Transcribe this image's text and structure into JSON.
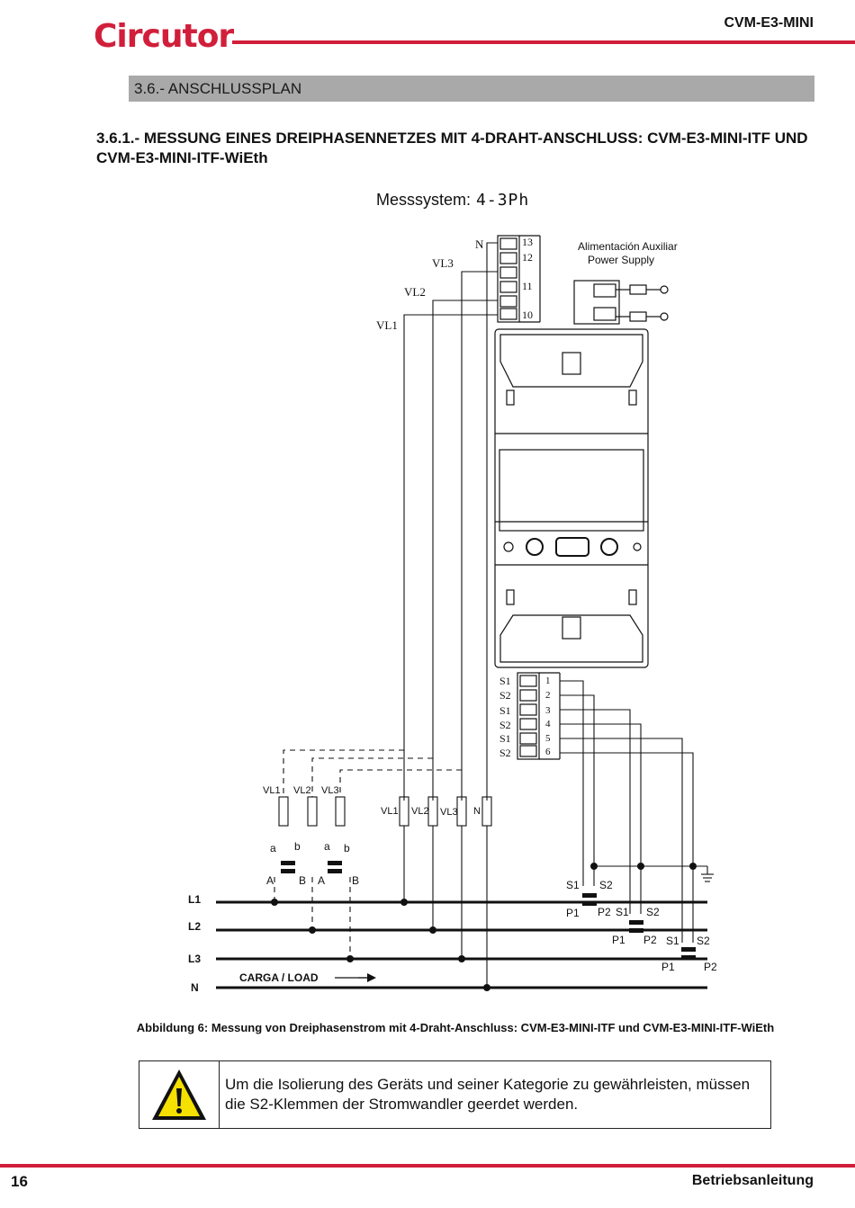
{
  "header": {
    "logo_text": "Circutor",
    "title": "CVM-E3-MINI"
  },
  "section": {
    "title": "3.6.- ANSCHLUSSPLAN"
  },
  "subsection": {
    "title": "3.6.1.- MESSUNG EINES DREIPHASENNETZES MIT 4-DRAHT-ANSCHLUSS: CVM-E3-MINI-ITF UND CVM-E3-MINI-ITF-WiEth"
  },
  "diagram": {
    "messsystem_label": "Messsystem:",
    "messsystem_value": "4-3Ph",
    "voltage_labels": {
      "n": "N",
      "vl3": "VL3",
      "vl2": "VL2",
      "vl1": "VL1"
    },
    "voltage_terminals": [
      "13",
      "12",
      "11",
      "10"
    ],
    "aux_power": [
      "Alimentación  Auxiliar",
      "Power Supply"
    ],
    "current_terminal_labels": [
      "S1",
      "S2",
      "S1",
      "S2",
      "S1",
      "S2"
    ],
    "current_terminals": [
      "1",
      "2",
      "3",
      "4",
      "5",
      "6"
    ],
    "fuse_labels_left": [
      "VL1",
      "VL2",
      "VL3"
    ],
    "fuse_labels_right": [
      "VL1",
      "VL2",
      "VL3",
      "N"
    ],
    "vt_labels": {
      "a": "a",
      "b": "b",
      "A": "A",
      "B": "B"
    },
    "ct_labels": {
      "s1": "S1",
      "s2": "S2",
      "p1": "P1",
      "p2": "P2"
    },
    "lines": [
      "L1",
      "L2",
      "L3",
      "N"
    ],
    "load_label": "CARGA / LOAD"
  },
  "caption": "Abbildung 6: Messung von Dreiphasenstrom mit 4-Draht-Anschluss: CVM-E3-MINI-ITF und CVM-E3-MINI-ITF-WiEth",
  "warning": {
    "icon": "warning-triangle-icon",
    "text": "Um die Isolierung des Geräts und seiner Kategorie zu gewährleisten, müssen die S2-Klemmen der Stromwandler geerdet werden."
  },
  "footer": {
    "page_number": "16",
    "title": "Betriebsanleitung"
  },
  "colors": {
    "brand": "#d11f3b",
    "section_bar": "#a9a9a9",
    "warning_yellow": "#f5e000"
  }
}
